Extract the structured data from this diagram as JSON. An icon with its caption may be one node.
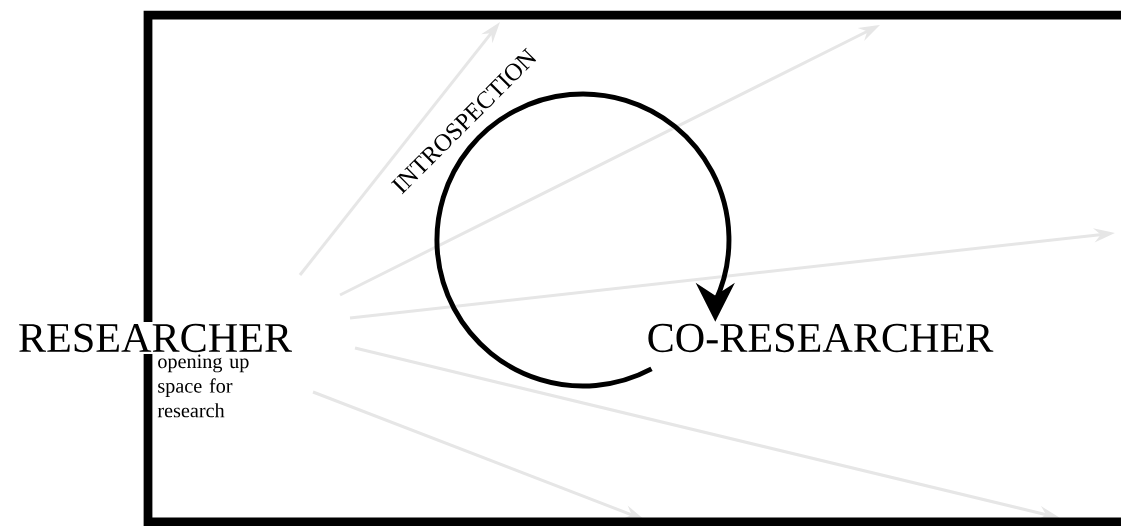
{
  "diagram": {
    "nodes": [
      {
        "text": [
          "RESEARCHER"
        ],
        "beside": [
          "opening up space for research"
        ]
      },
      {
        "text": [
          "CO-RESEARCHER"
        ]
      }
    ],
    "edges": [
      {
        "from": null,
        "to": 1,
        "arrow": "to",
        "label": "INTROSPECTION"
      }
    ]
  }
}
